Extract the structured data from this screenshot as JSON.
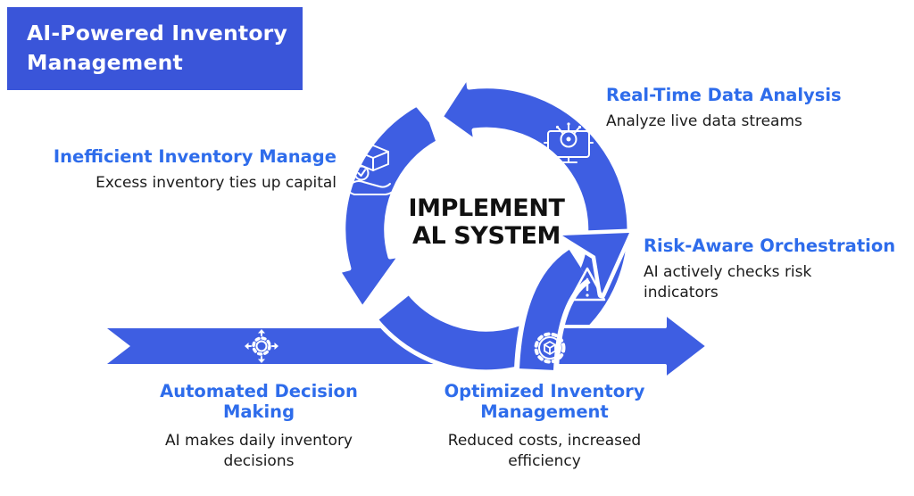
{
  "banner": {
    "title": "AI-Powered Inventory Management"
  },
  "center": {
    "line1": "IMPLEMENT",
    "line2": "AL SYSTEM"
  },
  "steps": {
    "inefficient": {
      "title": "Inefficient Inventory Manage",
      "desc": "Excess inventory ties up capital"
    },
    "realtime": {
      "title": "Real-Time Data Analysis",
      "desc": "Analyze live data streams"
    },
    "risk": {
      "title": "Risk-Aware Orchestration",
      "desc": "AI actively checks risk indicators"
    },
    "automated": {
      "title": "Automated Decision Making",
      "desc": "AI makes daily inventory decisions"
    },
    "optimized": {
      "title": "Optimized Inventory Management",
      "desc": "Reduced costs, increased efficiency"
    }
  },
  "icons": {
    "ring_left": "hand-holding-box-icon",
    "ring_top_right": "ai-monitor-icon",
    "branch_arrow": "warning-triangle-icon",
    "band_left": "gear-move-arrows-icon",
    "band_right": "gear-cube-icon"
  },
  "colors": {
    "banner_blue": "#3a55d9",
    "diagram_blue": "#3e5ee2",
    "heading_blue": "#2e6ceb",
    "text_dark": "#1b1b1b",
    "center_text": "#111111"
  }
}
